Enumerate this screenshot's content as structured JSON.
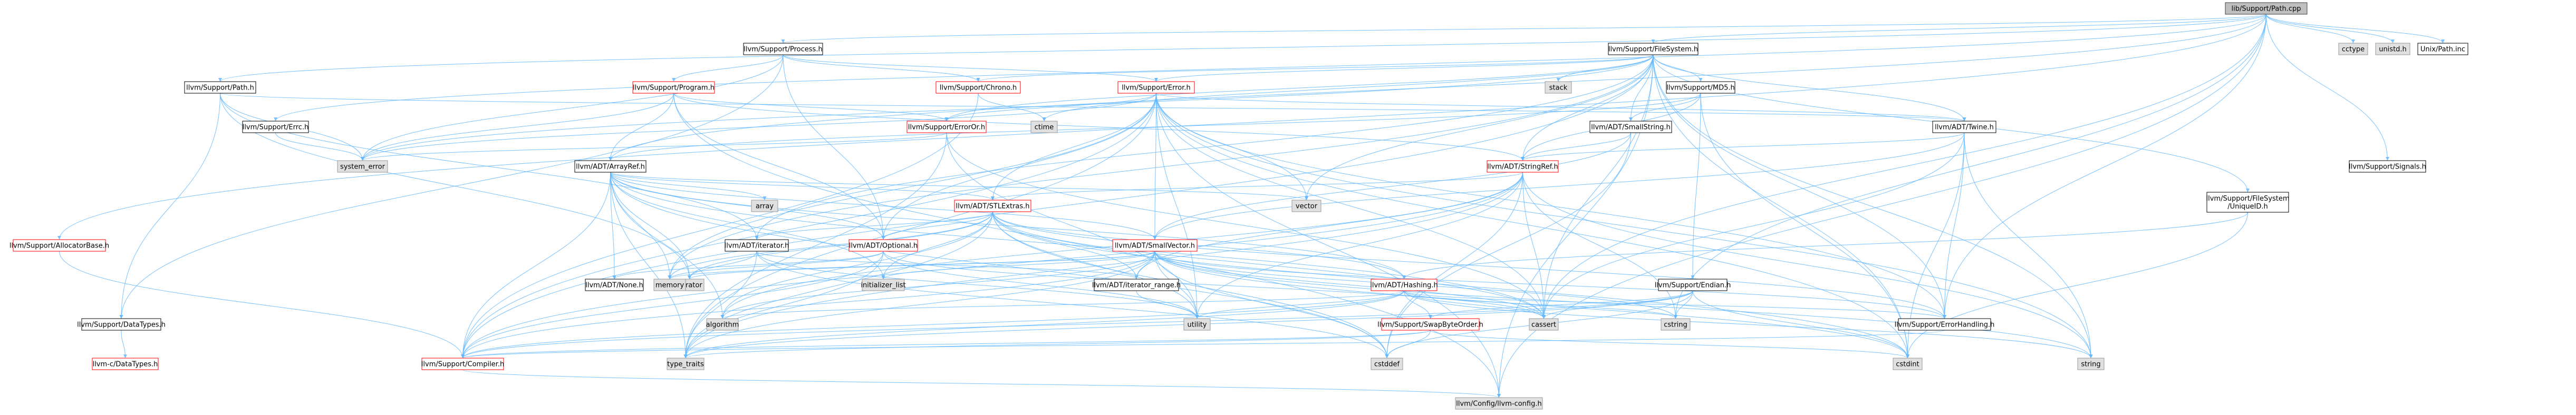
{
  "nodes": [
    {
      "id": "root",
      "label": "lib/Support/Path.cpp",
      "style": "main"
    },
    {
      "id": "process",
      "label": "llvm/Support/Process.h",
      "style": "normal"
    },
    {
      "id": "filesystem",
      "label": "llvm/Support/FileSystem.h",
      "style": "normal"
    },
    {
      "id": "cctype",
      "label": "cctype",
      "style": "grey"
    },
    {
      "id": "unistd",
      "label": "unistd.h",
      "style": "grey"
    },
    {
      "id": "unixpath",
      "label": "Unix/Path.inc",
      "style": "normal"
    },
    {
      "id": "path",
      "label": "llvm/Support/Path.h",
      "style": "normal"
    },
    {
      "id": "program",
      "label": "llvm/Support/Program.h",
      "style": "red"
    },
    {
      "id": "chrono",
      "label": "llvm/Support/Chrono.h",
      "style": "red"
    },
    {
      "id": "error",
      "label": "llvm/Support/Error.h",
      "style": "red"
    },
    {
      "id": "stack",
      "label": "stack",
      "style": "grey"
    },
    {
      "id": "smallstring",
      "label": "llvm/ADT/SmallString.h",
      "style": "normal"
    },
    {
      "id": "md5",
      "label": "llvm/Support/MD5.h",
      "style": "normal"
    },
    {
      "id": "twine",
      "label": "llvm/ADT/Twine.h",
      "style": "normal"
    },
    {
      "id": "signals",
      "label": "llvm/Support/Signals.h",
      "style": "normal"
    },
    {
      "id": "errc",
      "label": "llvm/Support/Errc.h",
      "style": "normal"
    },
    {
      "id": "ctime",
      "label": "ctime",
      "style": "grey"
    },
    {
      "id": "erroror",
      "label": "llvm/Support/ErrorOr.h",
      "style": "red"
    },
    {
      "id": "arrayref",
      "label": "llvm/ADT/ArrayRef.h",
      "style": "normal"
    },
    {
      "id": "stringref",
      "label": "llvm/ADT/StringRef.h",
      "style": "red"
    },
    {
      "id": "systemerror",
      "label": "system_error",
      "style": "grey"
    },
    {
      "id": "array",
      "label": "array",
      "style": "grey"
    },
    {
      "id": "vector",
      "label": "vector",
      "style": "grey"
    },
    {
      "id": "stlextras",
      "label": "llvm/ADT/STLExtras.h",
      "style": "red"
    },
    {
      "id": "fsuniqueid",
      "label": "llvm/Support/FileSystem\n/UniqueID.h",
      "style": "normal"
    },
    {
      "id": "allocatorbase",
      "label": "llvm/Support/AllocatorBase.h",
      "style": "red"
    },
    {
      "id": "iteratorh",
      "label": "llvm/ADT/iterator.h",
      "style": "normal"
    },
    {
      "id": "optional",
      "label": "llvm/ADT/Optional.h",
      "style": "red"
    },
    {
      "id": "smallvector",
      "label": "llvm/ADT/SmallVector.h",
      "style": "red"
    },
    {
      "id": "endian",
      "label": "llvm/Support/Endian.h",
      "style": "normal"
    },
    {
      "id": "iteratorg",
      "label": "iterator",
      "style": "grey"
    },
    {
      "id": "none",
      "label": "llvm/ADT/None.h",
      "style": "normal"
    },
    {
      "id": "memory",
      "label": "memory",
      "style": "grey"
    },
    {
      "id": "initlist",
      "label": "initializer_list",
      "style": "grey"
    },
    {
      "id": "iterrange",
      "label": "llvm/ADT/iterator_range.h",
      "style": "normal"
    },
    {
      "id": "hashing",
      "label": "llvm/ADT/Hashing.h",
      "style": "red"
    },
    {
      "id": "datatypes",
      "label": "llvm/Support/DataTypes.h",
      "style": "normal"
    },
    {
      "id": "algorithm",
      "label": "algorithm",
      "style": "grey"
    },
    {
      "id": "utility",
      "label": "utility",
      "style": "grey"
    },
    {
      "id": "cassert",
      "label": "cassert",
      "style": "grey"
    },
    {
      "id": "cstring",
      "label": "cstring",
      "style": "grey"
    },
    {
      "id": "swapbyteorder",
      "label": "llvm/Support/SwapByteOrder.h",
      "style": "red"
    },
    {
      "id": "errorhandling",
      "label": "llvm/Support/ErrorHandling.h",
      "style": "normal"
    },
    {
      "id": "llvmdatatypes",
      "label": "llvm-c/DataTypes.h",
      "style": "red"
    },
    {
      "id": "compiler",
      "label": "llvm/Support/Compiler.h",
      "style": "red"
    },
    {
      "id": "typetraits",
      "label": "type_traits",
      "style": "grey"
    },
    {
      "id": "cstddef",
      "label": "cstddef",
      "style": "grey"
    },
    {
      "id": "cstdint",
      "label": "cstdint",
      "style": "grey"
    },
    {
      "id": "string",
      "label": "string",
      "style": "grey"
    },
    {
      "id": "llvmconfig",
      "label": "llvm/Config/llvm-config.h",
      "style": "grey"
    }
  ]
}
